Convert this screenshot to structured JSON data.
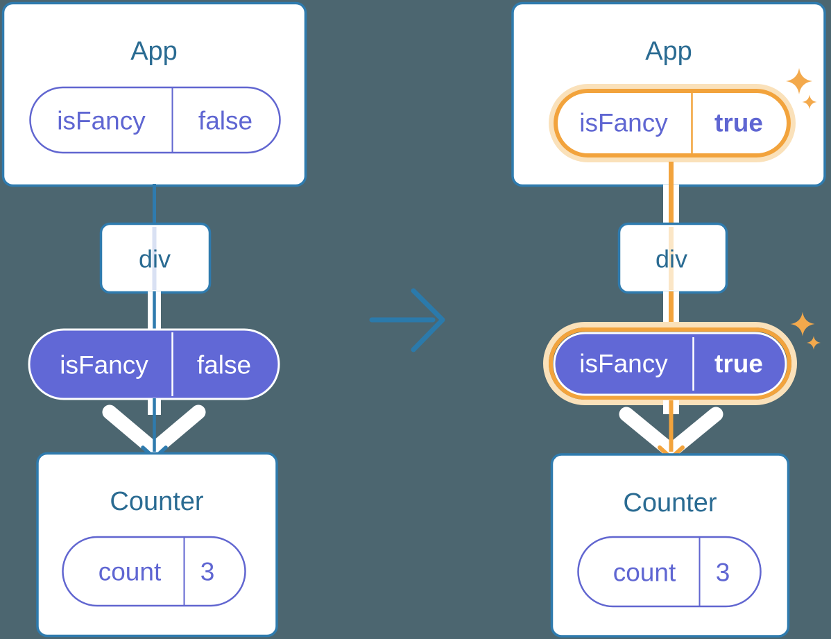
{
  "diagram": {
    "description": "React state update diagram: before and after isFancy prop change",
    "before": {
      "app": {
        "title": "App",
        "pill": {
          "name": "isFancy",
          "value": "false"
        }
      },
      "div_label": "div",
      "prop_pill": {
        "name": "isFancy",
        "value": "false"
      },
      "counter": {
        "title": "Counter",
        "pill": {
          "name": "count",
          "value": "3"
        }
      }
    },
    "after": {
      "app": {
        "title": "App",
        "pill": {
          "name": "isFancy",
          "value": "true"
        }
      },
      "div_label": "div",
      "prop_pill": {
        "name": "isFancy",
        "value": "true"
      },
      "counter": {
        "title": "Counter",
        "pill": {
          "name": "count",
          "value": "3"
        }
      }
    },
    "icons": {
      "transition": "right-arrow-icon",
      "highlight": "sparkle-icon"
    },
    "colors": {
      "background": "#4C6670",
      "card_fill": "#FFFFFF",
      "card_border": "#2F7BAE",
      "component_title_text": "#2A6B92",
      "pill_purple_fill": "#6168D6",
      "pill_outline_purple": "#6166D0",
      "pill_text_purple": "#5F66D2",
      "highlight_orange": "#F2A33C",
      "highlight_glow": "#FAE1BA",
      "sparkle_orange": "#F3A94C",
      "connector_pale_blue": "#D9E1F3",
      "connector_pale_orange": "#FBE6C6",
      "transition_arrow_blue": "#2B7AAB"
    }
  }
}
